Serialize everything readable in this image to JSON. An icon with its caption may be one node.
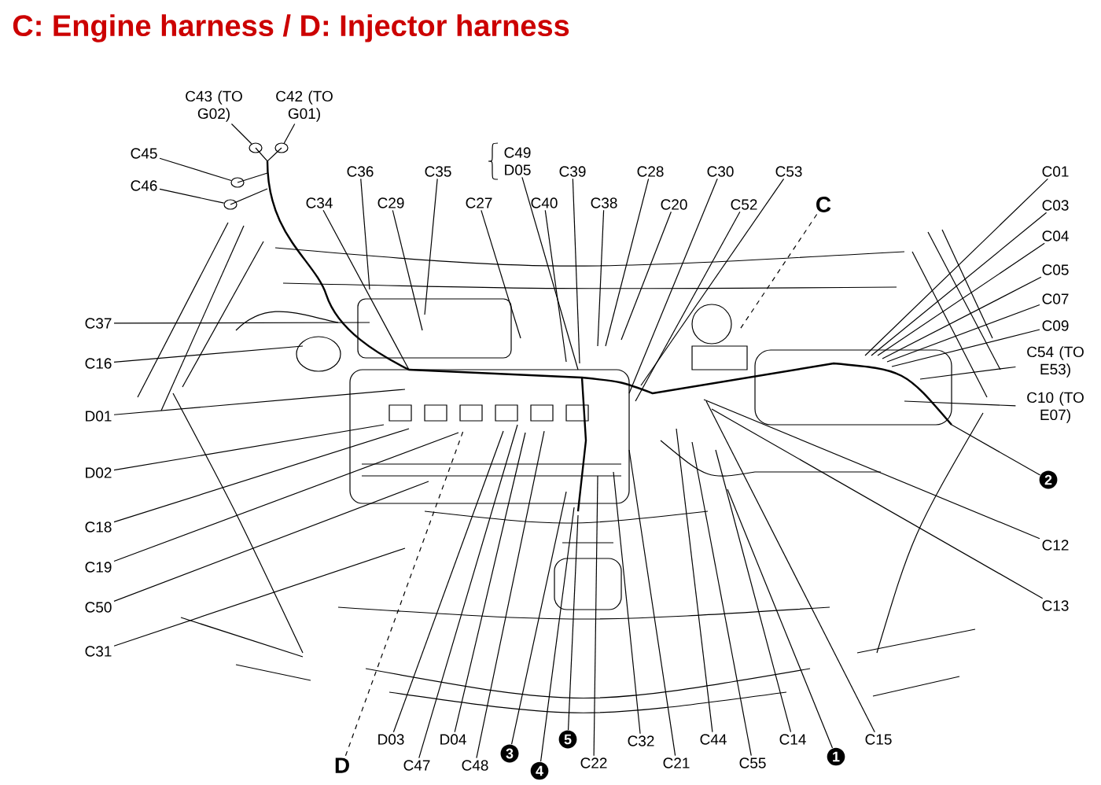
{
  "diagram": {
    "title": "C: Engine harness / D: Injector harness",
    "nodes": [
      {
        "text": [
          "C43 (TO G02)"
        ]
      },
      {
        "text": [
          "C42 (TO G01)"
        ]
      },
      {
        "text": [
          "C45"
        ]
      },
      {
        "text": [
          "C46"
        ]
      },
      {
        "text": [
          "C49",
          "D05"
        ]
      },
      {
        "text": [
          "C36"
        ]
      },
      {
        "text": [
          "C35"
        ]
      },
      {
        "text": [
          "C39"
        ]
      },
      {
        "text": [
          "C28"
        ]
      },
      {
        "text": [
          "C30"
        ]
      },
      {
        "text": [
          "C53"
        ]
      },
      {
        "text": [
          "C01"
        ]
      },
      {
        "text": [
          "C34"
        ]
      },
      {
        "text": [
          "C29"
        ]
      },
      {
        "text": [
          "C27"
        ]
      },
      {
        "text": [
          "C40"
        ]
      },
      {
        "text": [
          "C38"
        ]
      },
      {
        "text": [
          "C20"
        ]
      },
      {
        "text": [
          "C52"
        ]
      },
      {
        "text": [
          "C"
        ]
      },
      {
        "text": [
          "C03"
        ]
      },
      {
        "text": [
          "C04"
        ]
      },
      {
        "text": [
          "C05"
        ]
      },
      {
        "text": [
          "C07"
        ]
      },
      {
        "text": [
          "C09"
        ]
      },
      {
        "text": [
          "C37"
        ]
      },
      {
        "text": [
          "C16"
        ]
      },
      {
        "text": [
          "C54 (TO E53)"
        ]
      },
      {
        "text": [
          "D01"
        ]
      },
      {
        "text": [
          "C10 (TO E07)"
        ]
      },
      {
        "text": [
          "D02"
        ]
      },
      {
        "text": [
          "2"
        ]
      },
      {
        "text": [
          "C18"
        ]
      },
      {
        "text": [
          "C12"
        ]
      },
      {
        "text": [
          "C19"
        ]
      },
      {
        "text": [
          "C50"
        ]
      },
      {
        "text": [
          "C13"
        ]
      },
      {
        "text": [
          "C31"
        ]
      },
      {
        "text": [
          "D03"
        ]
      },
      {
        "text": [
          "C44"
        ]
      },
      {
        "text": [
          "C14"
        ]
      },
      {
        "text": [
          "C15"
        ]
      },
      {
        "text": [
          "D04"
        ]
      },
      {
        "text": [
          "5"
        ]
      },
      {
        "text": [
          "C32"
        ]
      },
      {
        "text": [
          "3"
        ]
      },
      {
        "text": [
          "1"
        ]
      },
      {
        "text": [
          "C22"
        ]
      },
      {
        "text": [
          "C21"
        ]
      },
      {
        "text": [
          "C55"
        ]
      },
      {
        "text": [
          "C47"
        ]
      },
      {
        "text": [
          "C48"
        ]
      },
      {
        "text": [
          "D"
        ]
      },
      {
        "text": [
          "4"
        ]
      },
      {
        "text": [],
        "shape": "circle"
      },
      {
        "text": [],
        "shape": "circle"
      },
      {
        "text": [],
        "shape": "circle"
      },
      {
        "text": [],
        "shape": "circle"
      }
    ],
    "edges": [
      {
        "from": 0,
        "to": 54,
        "arrow": "none"
      },
      {
        "from": 1,
        "to": 55,
        "arrow": "none"
      },
      {
        "from": 2,
        "to": 56,
        "arrow": "none"
      },
      {
        "from": 3,
        "to": 57,
        "arrow": "none"
      },
      {
        "from": 4,
        "to": null,
        "arrow": "none"
      },
      {
        "from": 5,
        "to": null,
        "arrow": "none"
      },
      {
        "from": 6,
        "to": null,
        "arrow": "none"
      },
      {
        "from": 7,
        "to": null,
        "arrow": "none"
      },
      {
        "from": 8,
        "to": null,
        "arrow": "none"
      },
      {
        "from": 9,
        "to": null,
        "arrow": "none"
      },
      {
        "from": 10,
        "to": null,
        "arrow": "none"
      },
      {
        "from": 11,
        "to": null,
        "arrow": "none"
      },
      {
        "from": 12,
        "to": null,
        "arrow": "none"
      },
      {
        "from": 13,
        "to": null,
        "arrow": "none"
      },
      {
        "from": 14,
        "to": null,
        "arrow": "none"
      },
      {
        "from": 15,
        "to": null,
        "arrow": "none"
      },
      {
        "from": 16,
        "to": null,
        "arrow": "none"
      },
      {
        "from": 17,
        "to": null,
        "arrow": "none"
      },
      {
        "from": 18,
        "to": null,
        "arrow": "none"
      },
      {
        "from": 19,
        "to": null,
        "arrow": "none",
        "style": "dashed"
      },
      {
        "from": 20,
        "to": null,
        "arrow": "none"
      },
      {
        "from": 21,
        "to": null,
        "arrow": "none"
      },
      {
        "from": 22,
        "to": null,
        "arrow": "none"
      },
      {
        "from": 23,
        "to": null,
        "arrow": "none"
      },
      {
        "from": 24,
        "to": null,
        "arrow": "none"
      },
      {
        "from": 25,
        "to": null,
        "arrow": "none"
      },
      {
        "from": 26,
        "to": null,
        "arrow": "none"
      },
      {
        "from": 27,
        "to": null,
        "arrow": "none"
      },
      {
        "from": 28,
        "to": null,
        "arrow": "none"
      },
      {
        "from": 29,
        "to": null,
        "arrow": "none"
      },
      {
        "from": 30,
        "to": null,
        "arrow": "none"
      },
      {
        "from": 31,
        "to": null,
        "arrow": "none"
      },
      {
        "from": 32,
        "to": null,
        "arrow": "none"
      },
      {
        "from": 33,
        "to": null,
        "arrow": "none"
      },
      {
        "from": 34,
        "to": null,
        "arrow": "none"
      },
      {
        "from": 35,
        "to": null,
        "arrow": "none"
      },
      {
        "from": 36,
        "to": null,
        "arrow": "none"
      },
      {
        "from": 37,
        "to": null,
        "arrow": "none"
      },
      {
        "from": 38,
        "to": null,
        "arrow": "none"
      },
      {
        "from": 39,
        "to": null,
        "arrow": "none"
      },
      {
        "from": 40,
        "to": null,
        "arrow": "none"
      },
      {
        "from": 41,
        "to": null,
        "arrow": "none"
      },
      {
        "from": 42,
        "to": null,
        "arrow": "none"
      },
      {
        "from": 43,
        "to": null,
        "arrow": "none"
      },
      {
        "from": 44,
        "to": null,
        "arrow": "none"
      },
      {
        "from": 45,
        "to": null,
        "arrow": "none"
      },
      {
        "from": 46,
        "to": null,
        "arrow": "none"
      },
      {
        "from": 47,
        "to": null,
        "arrow": "none"
      },
      {
        "from": 48,
        "to": null,
        "arrow": "none"
      },
      {
        "from": 49,
        "to": null,
        "arrow": "none"
      },
      {
        "from": 50,
        "to": null,
        "arrow": "none"
      },
      {
        "from": 51,
        "to": null,
        "arrow": "none"
      },
      {
        "from": 52,
        "to": null,
        "arrow": "none",
        "style": "dashed"
      },
      {
        "from": 53,
        "to": null,
        "arrow": "none"
      }
    ]
  }
}
